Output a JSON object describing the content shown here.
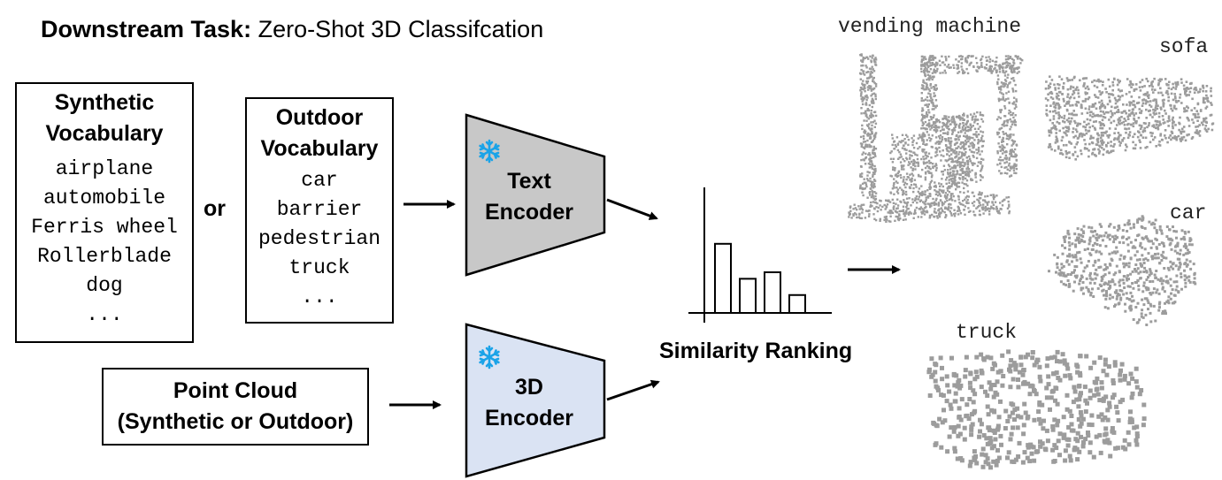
{
  "title": {
    "bold": "Downstream Task:",
    "rest": " Zero-Shot 3D Classifcation"
  },
  "synthetic_vocab": {
    "heading": [
      "Synthetic",
      "Vocabulary"
    ],
    "words": [
      "airplane",
      "automobile",
      "Ferris wheel",
      "Rollerblade",
      "dog",
      "..."
    ]
  },
  "or_label": "or",
  "outdoor_vocab": {
    "heading": [
      "Outdoor",
      "Vocabulary"
    ],
    "words": [
      "car",
      "barrier",
      "pedestrian",
      "truck",
      "..."
    ]
  },
  "point_cloud": {
    "lines": [
      "Point Cloud",
      "(Synthetic or Outdoor)"
    ]
  },
  "text_encoder": {
    "lines": [
      "Text",
      "Encoder"
    ],
    "fill": "#c8c8c8",
    "icon": "snowflake-icon"
  },
  "encoder_3d": {
    "lines": [
      "3D",
      "Encoder"
    ],
    "fill": "#dae3f3",
    "icon": "snowflake-icon"
  },
  "similarity": {
    "label": "Similarity Ranking",
    "bar_levels": [
      0.85,
      0.42,
      0.5,
      0.22
    ]
  },
  "objects": {
    "vending_machine": "vending machine",
    "sofa": "sofa",
    "car": "car",
    "truck": "truck"
  },
  "colors": {
    "snowflake": "#1aa3e8",
    "points": "#9c9c9c"
  }
}
